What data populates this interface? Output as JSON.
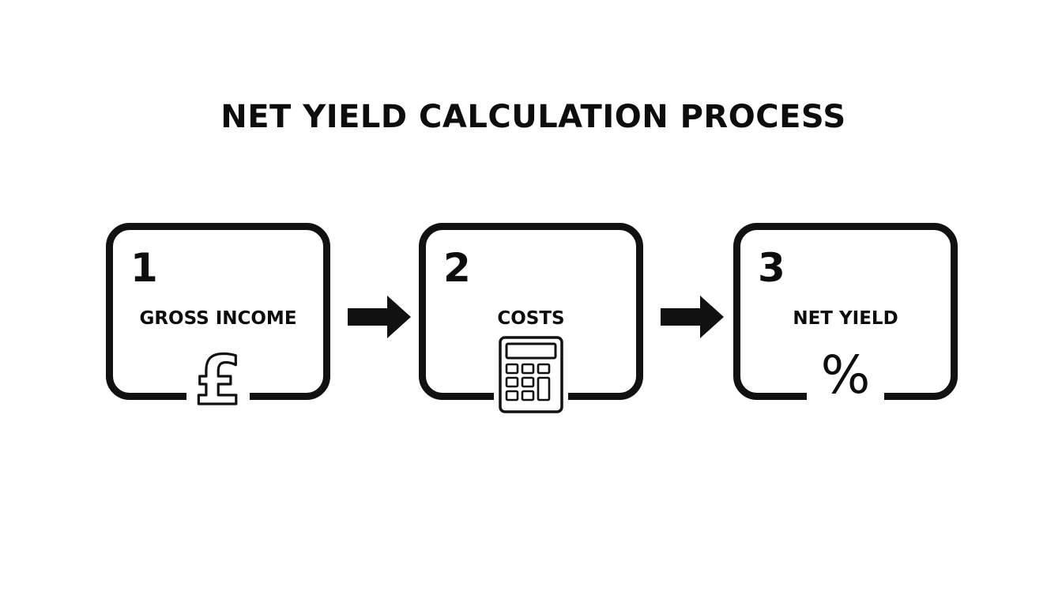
{
  "title": "NET YIELD CALCULATION PROCESS",
  "steps": [
    {
      "number": "1",
      "label": "GROSS INCOME",
      "icon": "pound-sterling-icon"
    },
    {
      "number": "2",
      "label": "COSTS",
      "icon": "calculator-icon"
    },
    {
      "number": "3",
      "label": "NET YIELD",
      "icon": "percent-icon",
      "icon_glyph": "%"
    }
  ],
  "colors": {
    "ink": "#111111",
    "background": "#ffffff"
  }
}
